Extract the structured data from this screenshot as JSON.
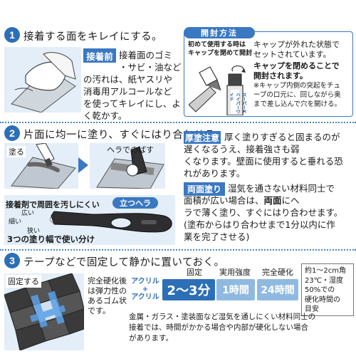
{
  "section1": {
    "number": "1",
    "title": "接着する面をキレイにする。",
    "tag": "接着前",
    "lead": "接着面のゴミ",
    "body": [
      "・サビ・油など",
      "の汚れは、紙ヤスリや",
      "消毒用アルコールなど",
      "を使ってキレイにし、よ",
      "く乾かす。"
    ]
  },
  "open_method": {
    "title": "開封方法",
    "cap_note": [
      "初めて使用する時は",
      "キャップを閉めて開封"
    ],
    "tube_label": "スーパーXハイパーワイド",
    "text_normal": [
      "キャップが外れた状態で",
      "セットされています。"
    ],
    "text_bold": [
      "キャップを閉めることで",
      "開封されます。"
    ],
    "text_note": [
      "※キャップ内側の突起をチュ",
      "ーブの口元に、回しながら奥",
      "まで差し込んで穴を開ける。"
    ]
  },
  "section2": {
    "number": "2",
    "title": "片面に均一に塗り、すぐにはり合わせる。",
    "label_apply": "塗る",
    "label_spread": "ヘラでのばす",
    "tag_thick": "厚塗注意",
    "thick_text": [
      "厚く塗りすぎると固まるのが",
      "遅くなるうえ、接着強さも弱",
      "くなります。壁面に使用すると垂れる恐",
      "れがあります。"
    ],
    "spatula_caption": "接着剤で周囲を汚しにくい",
    "spatula_name": "立つヘラ",
    "width_wide": "広い",
    "width_narrow": "細い",
    "width_thin": "狭い",
    "three_widths": "3つの塗り幅で使い分け",
    "tag_both": "両面塗り",
    "both_text": [
      "湿気を通さない材料同士で",
      "面積が広い場合は、",
      "両面",
      "にへ",
      "ラで薄く塗り、すぐにはり合わせます。",
      "(塗布からはり合わせまで1分以内に作",
      "業を完了させる)"
    ]
  },
  "section3": {
    "number": "3",
    "title": "テープなどで固定して静かに置いておく。",
    "fix_label": "固定する",
    "cure_text": [
      "完全硬化後",
      "は弾力性の",
      "あるゴム状",
      "です。"
    ],
    "head_fix": "固定",
    "head_practical": "実用強度",
    "head_full": "完全硬化",
    "material": [
      "アクリル",
      "+",
      "アクリル"
    ],
    "fix_time": "2〜3分",
    "practical_time": "1時間",
    "full_time": "24時間",
    "note_box": [
      "約1〜2cm角",
      "23℃・湿度",
      "50%での",
      "硬化時間の",
      "目安"
    ],
    "bottom_note": [
      "金属・ガラス・塗装面など湿気を通しにくい材料同士の",
      "接着では、時間がかかる場合や内部が硬化しない場合",
      "があります。"
    ]
  }
}
